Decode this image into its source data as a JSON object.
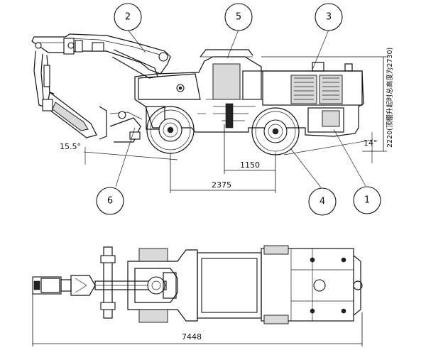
{
  "callouts": [
    "2",
    "5",
    "3",
    "6",
    "4",
    "1"
  ],
  "dimensions": {
    "wheelbase_inner": "1150",
    "wheelbase": "2375",
    "total_length": "7448",
    "height_label": "2220(顶棚升起时总高度为2730)",
    "front_angle": "15.5°",
    "rear_angle": "14°"
  }
}
